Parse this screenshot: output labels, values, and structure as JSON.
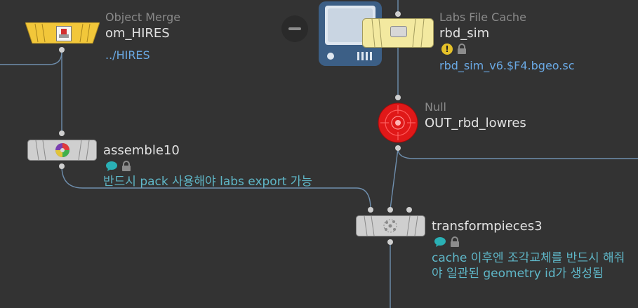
{
  "colors": {
    "background": "#333333",
    "wire": "#6f8fae",
    "type_label": "#8a8a8a",
    "node_name": "#e2e2e2",
    "path_text": "#6aa9e4",
    "comment_text": "#5fb7c8",
    "merge_node": "#f2c73a",
    "cache_node": "#f3e9a0",
    "null_node": "#e01818",
    "sop_node": "#cfcfcf",
    "server_icon": "#3c5f86"
  },
  "nodes": {
    "object_merge": {
      "type_label": "Object Merge",
      "name": "om_HIRES",
      "path": "../HIRES",
      "icon": "object-merge-icon"
    },
    "labs_file_cache": {
      "type_label": "Labs File Cache",
      "name": "rbd_sim",
      "path": "rbd_sim_v6.$F4.bgeo.sc",
      "icon": "drive-icon",
      "badges": [
        "warning-icon",
        "lock-icon"
      ]
    },
    "null": {
      "type_label": "Null",
      "name": "OUT_rbd_lowres",
      "icon": "target-icon"
    },
    "assemble": {
      "name": "assemble10",
      "comment": "반드시 pack 사용해야 labs export 가능",
      "badges": [
        "comment-icon",
        "lock-icon"
      ],
      "icon": "assemble-icon"
    },
    "transformpieces": {
      "name": "transformpieces3",
      "comment": "cache 이후엔 조각교체를 반드시 해줘야 일관된 geometry id가 생성됨",
      "badges": [
        "comment-icon",
        "lock-icon"
      ],
      "icon": "transform-pieces-icon"
    }
  },
  "network_badges": [
    "minus-circle-icon",
    "server-icon"
  ]
}
